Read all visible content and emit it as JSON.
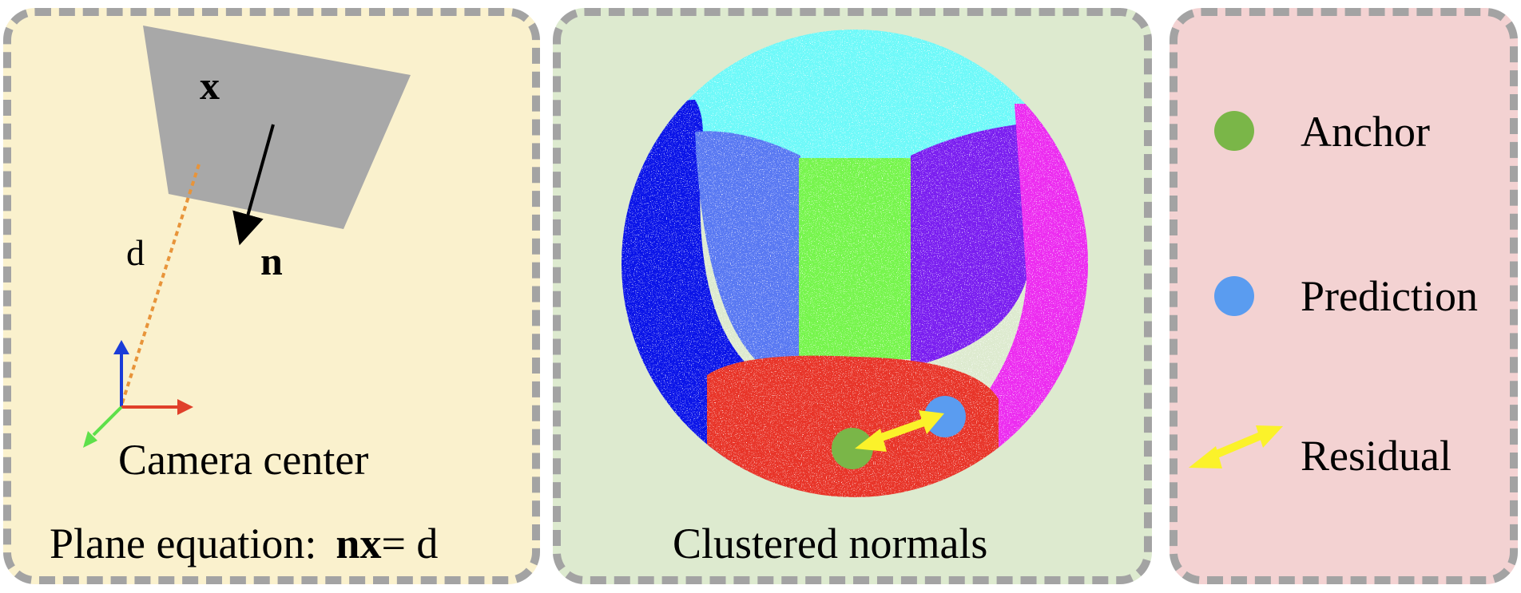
{
  "colors": {
    "panel_left_bg": "#faf1cd",
    "panel_middle_bg": "#ddeacf",
    "panel_right_bg": "#f3d2d2",
    "border": "#a3a3a3",
    "plane": "#a8a8a8",
    "anchor": "#7ab648",
    "prediction": "#5a9cf0",
    "residual": "#fbf22a",
    "axis_up": "#1a3cd8",
    "axis_right": "#e0402a",
    "axis_diag": "#5ee04a",
    "distance_line": "#e8943a"
  },
  "left_panel": {
    "point_label": "x",
    "normal_label": "n",
    "distance_label": "d",
    "camera_label": "Camera center",
    "equation_prefix": "Plane equation:",
    "equation_lhs": "nx",
    "equation_rhs": "= d"
  },
  "middle_panel": {
    "caption": "Clustered normals",
    "clusters": [
      {
        "name": "cyan",
        "color": "#6ef9f9"
      },
      {
        "name": "blue",
        "color": "#0a14e8"
      },
      {
        "name": "light-blue",
        "color": "#5878f2"
      },
      {
        "name": "green",
        "color": "#76f54c"
      },
      {
        "name": "violet",
        "color": "#7a1ef0"
      },
      {
        "name": "magenta",
        "color": "#ec2cf0"
      },
      {
        "name": "red",
        "color": "#e83428"
      }
    ]
  },
  "legend": {
    "items": [
      {
        "label": "Anchor",
        "icon": "green-dot-icon"
      },
      {
        "label": "Prediction",
        "icon": "blue-dot-icon"
      },
      {
        "label": "Residual",
        "icon": "yellow-double-arrow-icon"
      }
    ]
  }
}
